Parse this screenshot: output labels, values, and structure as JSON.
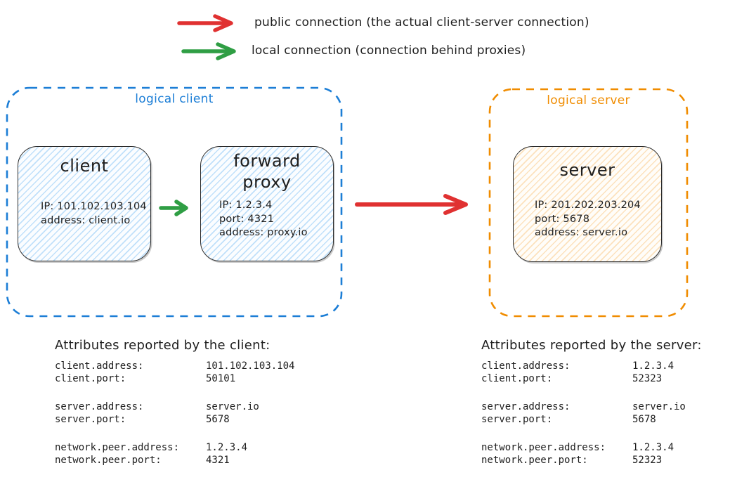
{
  "colors": {
    "public_connection": "#e03131",
    "local_connection": "#2f9e44",
    "logical_client_border": "#1c7ed6",
    "logical_server_border": "#f08c00",
    "node_stroke": "#2b2b2b",
    "client_node_fill": "#a5d8ff",
    "server_node_fill": "#ffd8a8",
    "text": "#1e1e1e"
  },
  "legend": {
    "public": {
      "label": "public connection (the actual client-server connection)"
    },
    "local": {
      "label": "local connection (connection behind proxies)"
    }
  },
  "logical_client": {
    "label": "logical client",
    "client_node": {
      "title": "client",
      "lines": [
        "IP: 101.102.103.104",
        "address: client.io"
      ]
    },
    "proxy_node": {
      "title": "forward proxy",
      "lines": [
        "IP: 1.2.3.4",
        "port: 4321",
        "address: proxy.io"
      ]
    }
  },
  "logical_server": {
    "label": "logical server",
    "server_node": {
      "title": "server",
      "lines": [
        "IP: 201.202.203.204",
        "port: 5678",
        "address: server.io"
      ]
    }
  },
  "client_report": {
    "heading": "Attributes reported by the client:",
    "rows": [
      {
        "key": "client.address:",
        "value": "101.102.103.104"
      },
      {
        "key": "client.port:",
        "value": "50101"
      },
      {
        "key": "server.address:",
        "value": "server.io"
      },
      {
        "key": "server.port:",
        "value": "5678"
      },
      {
        "key": "network.peer.address:",
        "value": "1.2.3.4"
      },
      {
        "key": "network.peer.port:",
        "value": "4321"
      }
    ]
  },
  "server_report": {
    "heading": "Attributes reported by the server:",
    "rows": [
      {
        "key": "client.address:",
        "value": "1.2.3.4"
      },
      {
        "key": "client.port:",
        "value": "52323"
      },
      {
        "key": "server.address:",
        "value": "server.io"
      },
      {
        "key": "server.port:",
        "value": "5678"
      },
      {
        "key": "network.peer.address:",
        "value": "1.2.3.4"
      },
      {
        "key": "network.peer.port:",
        "value": "52323"
      }
    ]
  }
}
